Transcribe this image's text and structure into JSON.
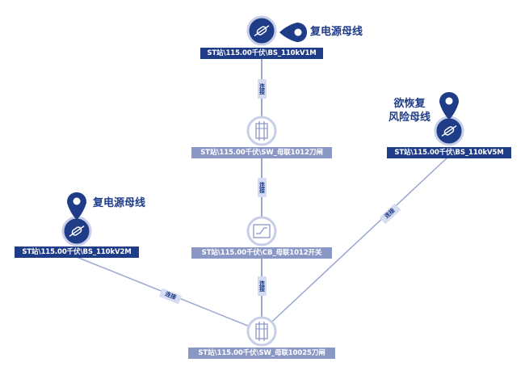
{
  "nodes": {
    "bus_1m": {
      "label": "ST站\\115.00千伏\\BS_110kV1M",
      "icon": "busbar-icon"
    },
    "sw_1012": {
      "label": "ST站\\115.00千伏\\SW_母联1012刀闸",
      "icon": "disconnector-icon"
    },
    "cb_1012": {
      "label": "ST站\\115.00千伏\\CB_母联1012开关",
      "icon": "breaker-icon"
    },
    "sw_10025": {
      "label": "ST站\\115.00千伏\\SW_母联10025刀闸",
      "icon": "disconnector-icon"
    },
    "bus_2m": {
      "label": "ST站\\115.00千伏\\BS_110kV2M",
      "icon": "busbar-icon"
    },
    "bus_5m": {
      "label": "ST站\\115.00千伏\\BS_110kV5M",
      "icon": "busbar-icon"
    }
  },
  "edges": {
    "e1": "连接",
    "e2": "连接",
    "e3": "连接",
    "e4": "连接",
    "e5": "连接"
  },
  "callouts": {
    "top": "复电源母线",
    "left": "复电源母线",
    "right_line1": "欲恢复",
    "right_line2": "风险母线"
  },
  "colors": {
    "primary": "#1f3c88",
    "device_label": "#8b98c6",
    "edge_line": "#9aa7cf",
    "edge_tag_bg": "#d6dcf1",
    "icon_ring": "#c7cee8"
  }
}
